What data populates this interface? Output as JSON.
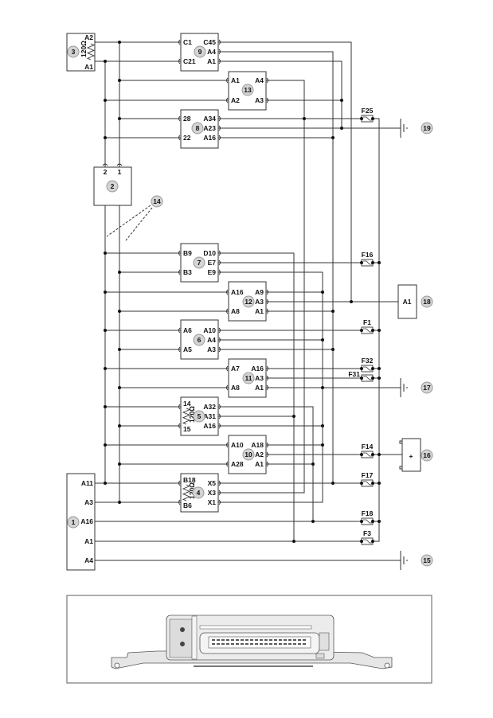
{
  "components": {
    "c1": {
      "number": "1",
      "right_pins": [
        "A11",
        "A3",
        "A16",
        "A1",
        "A4"
      ]
    },
    "c2": {
      "number": "2",
      "top_pins": [
        "2",
        "1"
      ]
    },
    "c3": {
      "number": "3",
      "right_pins": [
        "A2",
        "A1"
      ],
      "resistance": "120Ω"
    },
    "c4": {
      "number": "4",
      "left_pins": [
        "B18",
        "B6"
      ],
      "right_pins": [
        "X5",
        "X3",
        "X1"
      ],
      "resistance": "120Ω"
    },
    "c5": {
      "number": "5",
      "left_pins": [
        "14",
        "15"
      ],
      "right_pins": [
        "A32",
        "A31",
        "A16"
      ],
      "resistance": "120Ω"
    },
    "c6": {
      "number": "6",
      "left_pins": [
        "A6",
        "A5"
      ],
      "right_pins": [
        "A10",
        "A4",
        "A3"
      ]
    },
    "c7": {
      "number": "7",
      "left_pins": [
        "B9",
        "B3"
      ],
      "right_pins": [
        "D10",
        "E7",
        "E9"
      ]
    },
    "c8": {
      "number": "8",
      "left_pins": [
        "28",
        "22"
      ],
      "right_pins": [
        "A34",
        "A23",
        "A16"
      ]
    },
    "c9": {
      "number": "9",
      "left_pins": [
        "C1",
        "C21"
      ],
      "right_pins": [
        "C45",
        "A4",
        "A1"
      ]
    },
    "c10": {
      "number": "10",
      "left_pins": [
        "A10",
        "A28"
      ],
      "right_pins": [
        "A18",
        "A2",
        "A1"
      ]
    },
    "c11": {
      "number": "11",
      "left_pins": [
        "A7",
        "A8"
      ],
      "right_pins": [
        "A16",
        "A3",
        "A1"
      ]
    },
    "c12": {
      "number": "12",
      "left_pins": [
        "A16",
        "A8"
      ],
      "right_pins": [
        "A9",
        "A3",
        "A1"
      ]
    },
    "c13": {
      "number": "13",
      "left_pins": [
        "A1",
        "A2"
      ],
      "right_pins": [
        "A4",
        "A3"
      ]
    },
    "c14": {
      "number": "14"
    },
    "c15": {
      "number": "15"
    },
    "c16": {
      "number": "16",
      "symbol": "+"
    },
    "c17": {
      "number": "17"
    },
    "c18": {
      "number": "18",
      "pin": "A1"
    },
    "c19": {
      "number": "19"
    }
  },
  "fuses": [
    "F25",
    "F16",
    "F1",
    "F32",
    "F31",
    "F14",
    "F17",
    "F18",
    "F3"
  ]
}
